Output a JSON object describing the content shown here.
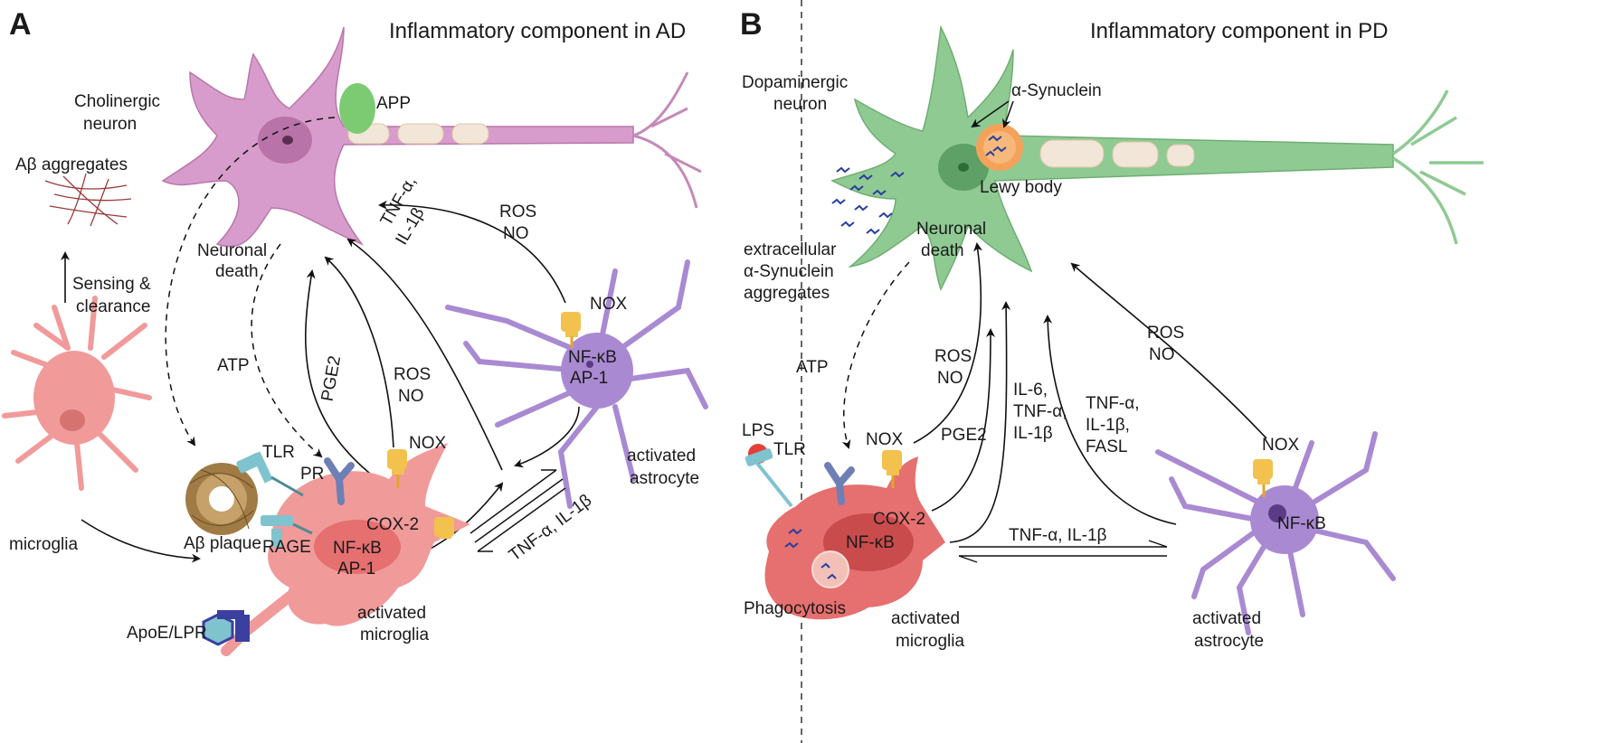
{
  "panel_a": {
    "letter": "A",
    "title": "Inflammatory component in AD",
    "neuron_label": [
      "Cholinergic",
      "neuron"
    ],
    "app": "APP",
    "abeta_aggregates": "Aβ aggregates",
    "sensing": [
      "Sensing &",
      "clearance"
    ],
    "microglia": "microglia",
    "neuronal_death": [
      "Neuronal",
      "death"
    ],
    "atp": "ATP",
    "pge2": "PGE2",
    "ros_no_inner": [
      "ROS",
      "NO"
    ],
    "tnf_il1b_top": [
      "TNF-α,",
      "IL-1β"
    ],
    "ros_no_astro": [
      "ROS",
      "NO"
    ],
    "nox_astro": "NOX",
    "nfkb_ap1_astro": [
      "NF-κB",
      "AP-1"
    ],
    "activated_astrocyte": [
      "activated",
      "astrocyte"
    ],
    "tlr": "TLR",
    "pr": "PR",
    "rage": "RAGE",
    "abeta_plaque": "Aβ plaque",
    "nox_micro": "NOX",
    "cox2": "COX-2",
    "nfkb_ap1_micro": [
      "NF-κB",
      "AP-1"
    ],
    "tnf_il1b_bottom": "TNF-α, IL-1β",
    "apoe": "ApoE/LPR",
    "activated_microglia": [
      "activated",
      "microglia"
    ]
  },
  "panel_b": {
    "letter": "B",
    "title": "Inflammatory component in PD",
    "neuron_label": [
      "Dopaminergic",
      "neuron"
    ],
    "asyn": "α-Synuclein",
    "lewy": "Lewy body",
    "neuronal_death": [
      "Neuronal",
      "death"
    ],
    "extracellular": [
      "extracellular",
      "α-Synuclein",
      "aggregates"
    ],
    "atp": "ATP",
    "ros_no_inner": [
      "ROS",
      "NO"
    ],
    "pge2": "PGE2",
    "il6": [
      "IL-6,",
      "TNF-α,",
      "IL-1β"
    ],
    "tnf_fasl": [
      "TNF-α,",
      "IL-1β,",
      "FASL"
    ],
    "ros_no_astro": [
      "ROS",
      "NO"
    ],
    "lps": "LPS",
    "tlr": "TLR",
    "nox_micro": "NOX",
    "cox2": "COX-2",
    "nfkb_micro": "NF-κB",
    "tnf_il1b_bottom": "TNF-α, IL-1β",
    "nox_astro": "NOX",
    "nfkb_astro": "NF-κB",
    "phagocytosis": "Phagocytosis",
    "activated_microglia": [
      "activated",
      "microglia"
    ],
    "activated_astrocyte": [
      "activated",
      "astrocyte"
    ]
  },
  "colors": {
    "neuron_a": "#d89ccc",
    "microglia": "#f19a9a",
    "microglia_dark": "#e5706f",
    "astrocyte": "#a98ad2",
    "neuron_b": "#8fca93",
    "app": "#7ccb72",
    "nox": "#f2c14e",
    "receptor_blue": "#7fc3cf",
    "lewy": "#f4a25a",
    "apoe": "#3b3fa0",
    "plaque": "#8c6a3d"
  }
}
